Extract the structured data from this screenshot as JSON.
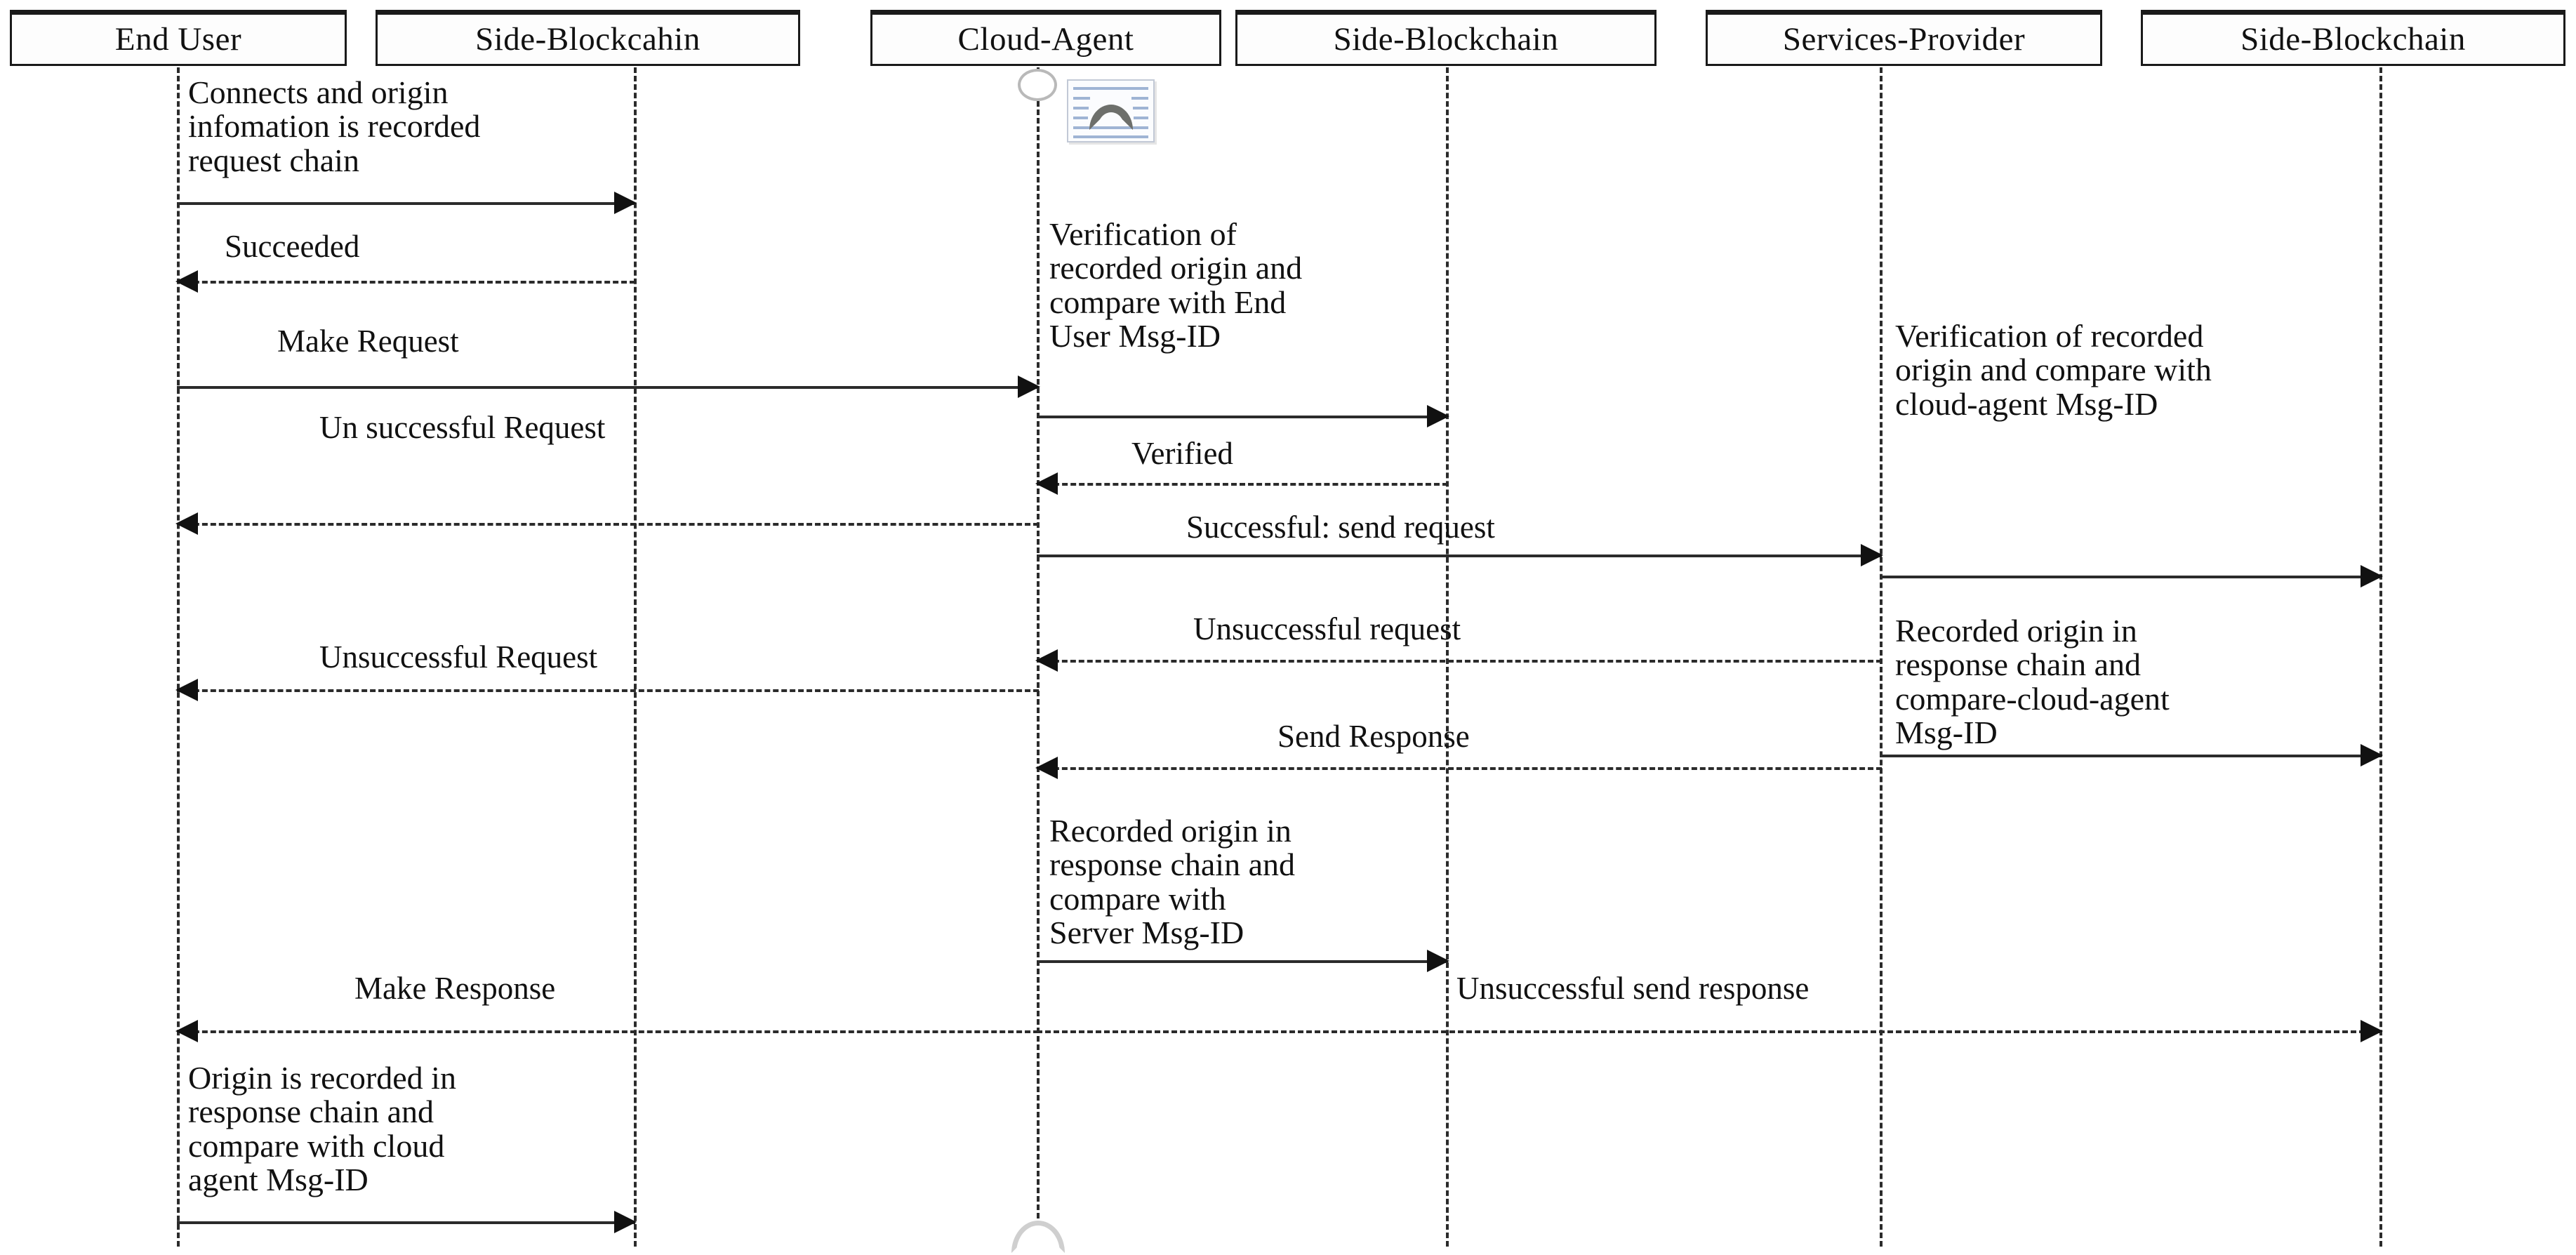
{
  "diagram": {
    "type": "uml-sequence-diagram",
    "participants": [
      {
        "id": "end-user",
        "label": "End User"
      },
      {
        "id": "side-blockcahin-1",
        "label": "Side-Blockcahin"
      },
      {
        "id": "cloud-agent",
        "label": "Cloud-Agent"
      },
      {
        "id": "side-blockchain-2",
        "label": "Side-Blockchain"
      },
      {
        "id": "services-provider",
        "label": "Services-Provider"
      },
      {
        "id": "side-blockchain-3",
        "label": "Side-Blockchain"
      }
    ],
    "notes": [
      {
        "id": "note-connects",
        "text": "Connects and origin\ninfomation is recorded\nrequest chain"
      },
      {
        "id": "note-verify-enduser",
        "text": "Verification of\nrecorded origin and\ncompare with End\nUser Msg-ID"
      },
      {
        "id": "note-verify-cloudagent",
        "text": "Verification of recorded\norigin and compare with\ncloud-agent Msg-ID"
      },
      {
        "id": "note-recorded-response-cloudagent",
        "text": "Recorded origin in\nresponse chain and\ncompare-cloud-agent\nMsg-ID"
      },
      {
        "id": "note-recorded-response-server",
        "text": "Recorded origin in\nresponse chain and\ncompare with\nServer Msg-ID"
      },
      {
        "id": "note-origin-recorded-enduser",
        "text": "Origin is recorded in\nresponse chain and\ncompare with cloud\nagent Msg-ID"
      }
    ],
    "messages": [
      {
        "id": "msg-connects",
        "label": "",
        "from": "end-user",
        "to": "side-blockcahin-1",
        "style": "solid",
        "direction": "right"
      },
      {
        "id": "msg-succeeded",
        "label": "Succeeded",
        "from": "side-blockcahin-1",
        "to": "end-user",
        "style": "dashed",
        "direction": "left"
      },
      {
        "id": "msg-make-request",
        "label": "Make Request",
        "from": "end-user",
        "to": "cloud-agent",
        "style": "solid",
        "direction": "right"
      },
      {
        "id": "msg-verify-to-sbc2",
        "label": "",
        "from": "cloud-agent",
        "to": "side-blockchain-2",
        "style": "solid",
        "direction": "right"
      },
      {
        "id": "msg-verified",
        "label": "Verified",
        "from": "side-blockchain-2",
        "to": "cloud-agent",
        "style": "dashed",
        "direction": "left"
      },
      {
        "id": "msg-unsuccessful-request-1",
        "label": "Un successful   Request",
        "from": "cloud-agent",
        "to": "end-user",
        "style": "dashed",
        "direction": "left"
      },
      {
        "id": "msg-successful-send-request",
        "label": "Successful: send request",
        "from": "cloud-agent",
        "to": "services-provider",
        "style": "solid",
        "direction": "right"
      },
      {
        "id": "msg-sp-verify-to-sbc3",
        "label": "",
        "from": "services-provider",
        "to": "side-blockchain-3",
        "style": "solid",
        "direction": "right"
      },
      {
        "id": "msg-unsuccessful-request-label",
        "label": "Unsuccessful request",
        "from": "services-provider",
        "to": "cloud-agent",
        "style": "dashed",
        "direction": "left"
      },
      {
        "id": "msg-unsuccessful-request-2",
        "label": "Unsuccessful   Request",
        "from": "cloud-agent",
        "to": "end-user",
        "style": "dashed",
        "direction": "left"
      },
      {
        "id": "msg-send-response",
        "label": "Send Response",
        "from": "services-provider",
        "to": "cloud-agent",
        "style": "dashed",
        "direction": "left"
      },
      {
        "id": "msg-sp-response-to-sbc3",
        "label": "",
        "from": "services-provider",
        "to": "side-blockchain-3",
        "style": "solid",
        "direction": "right"
      },
      {
        "id": "msg-ca-response-to-sbc2",
        "label": "",
        "from": "cloud-agent",
        "to": "side-blockchain-2",
        "style": "solid",
        "direction": "right"
      },
      {
        "id": "msg-make-response",
        "label": "Make Response",
        "from": "cloud-agent",
        "to": "end-user",
        "style": "dashed",
        "direction": "left"
      },
      {
        "id": "msg-unsuccessful-send-response",
        "label": "Unsuccessful send response",
        "from": "cloud-agent",
        "to": "side-blockchain-3",
        "style": "dashed",
        "direction": "right"
      },
      {
        "id": "msg-eu-origin-to-sbc1",
        "label": "",
        "from": "end-user",
        "to": "side-blockcahin-1",
        "style": "solid",
        "direction": "right"
      }
    ],
    "colors": {
      "line": "#2b2b2b",
      "text": "#111111",
      "box_border": "#1a1a1a",
      "background": "#ffffff",
      "thumb_accent": "#9fb4d4"
    }
  }
}
